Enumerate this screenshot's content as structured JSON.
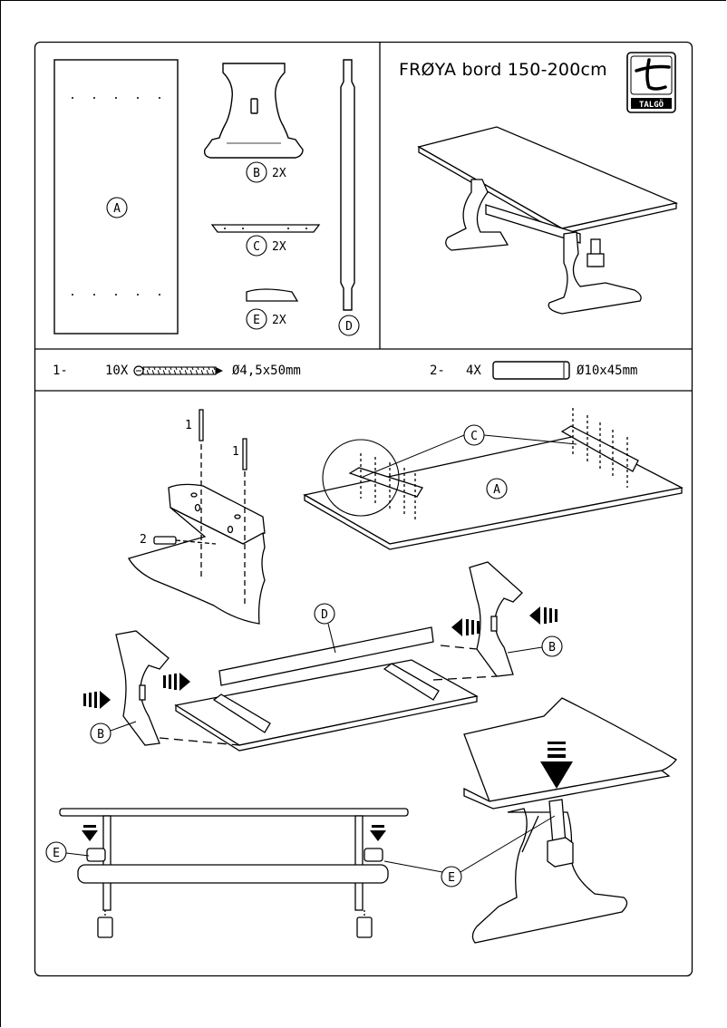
{
  "document": {
    "title": "FRØYA bord 150-200cm",
    "brand": "TALGÖ",
    "brand_mark": "t-logo-icon"
  },
  "parts": [
    {
      "letter": "A",
      "qty": ""
    },
    {
      "letter": "B",
      "qty": "2X"
    },
    {
      "letter": "C",
      "qty": "2X"
    },
    {
      "letter": "D",
      "qty": ""
    },
    {
      "letter": "E",
      "qty": "2X"
    }
  ],
  "hardware": [
    {
      "step": "1-",
      "qty": "10X",
      "item": "screw-icon",
      "size": "Ø4,5x50mm"
    },
    {
      "step": "2-",
      "qty": "4X",
      "item": "dowel-icon",
      "size": "Ø10x45mm"
    }
  ],
  "callouts": {
    "screw_ref": "1",
    "dowel_ref": "2",
    "A": "A",
    "B": "B",
    "C": "C",
    "D": "D",
    "E": "E"
  }
}
